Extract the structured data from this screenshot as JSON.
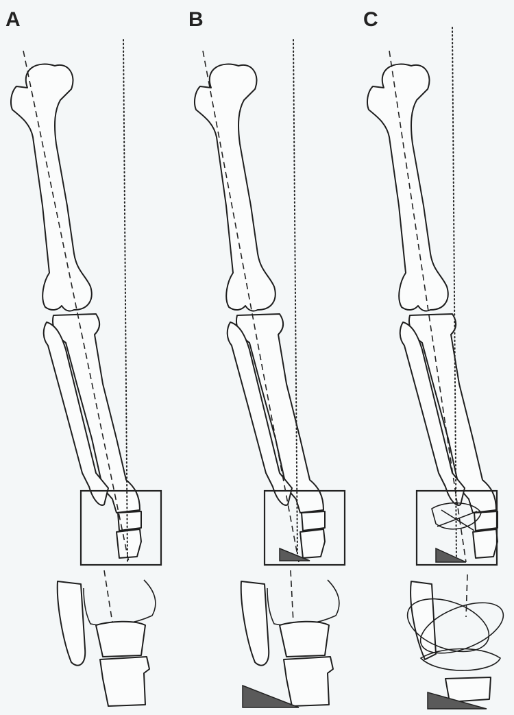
{
  "figure": {
    "panels": [
      {
        "id": "A",
        "label": "A"
      },
      {
        "id": "B",
        "label": "B"
      },
      {
        "id": "C",
        "label": "C"
      }
    ],
    "colors": {
      "line": "#1e1e1e",
      "background": "#f4f7f8",
      "wedge": "#5a5a5a"
    }
  }
}
